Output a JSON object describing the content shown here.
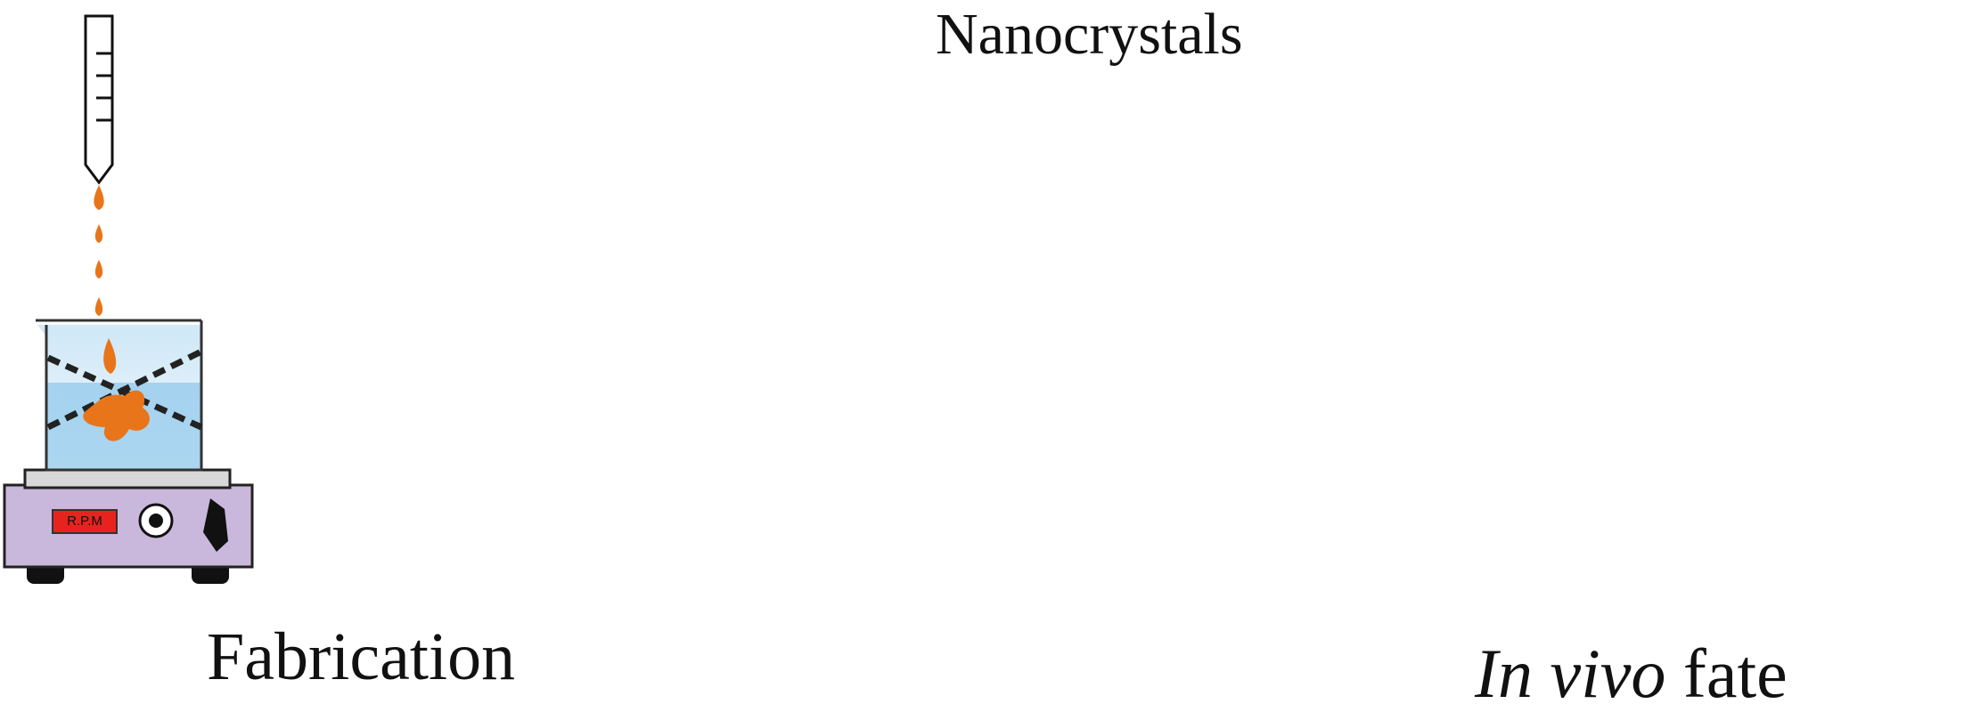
{
  "labels": {
    "fabrication": "Fabrication",
    "nanocrystals": "Nanocrystals",
    "in_vivo_italic": "In vivo",
    "in_vivo_rest": " fate"
  },
  "hotplate": {
    "display_text": "R.P.M"
  },
  "colors": {
    "orange": "#e8751a",
    "yellow": "#f2ee1c",
    "blue": "#2b8cc8",
    "cell_bg": "#c5dff0",
    "lipid": "#c8962a",
    "red_ligand": "#e22a2a",
    "cube_top": "#3a3a8c",
    "cube_front": "#ef7f22",
    "cube_side": "#6fd3ba",
    "hotplate": "#c9b8dc"
  },
  "icons": [
    "pipette-icon",
    "hotplate-stirrer-icon",
    "roller-mill-icon",
    "gas-cylinder-icon",
    "pressure-gauge-icon",
    "heater-icon",
    "column-icon",
    "valve-icon",
    "nanocrystal-cube-icon",
    "down-arrow-icon",
    "cube-lattice-icon",
    "lipid-membrane-icon",
    "nanoparticle-icon",
    "ligand-icon"
  ]
}
